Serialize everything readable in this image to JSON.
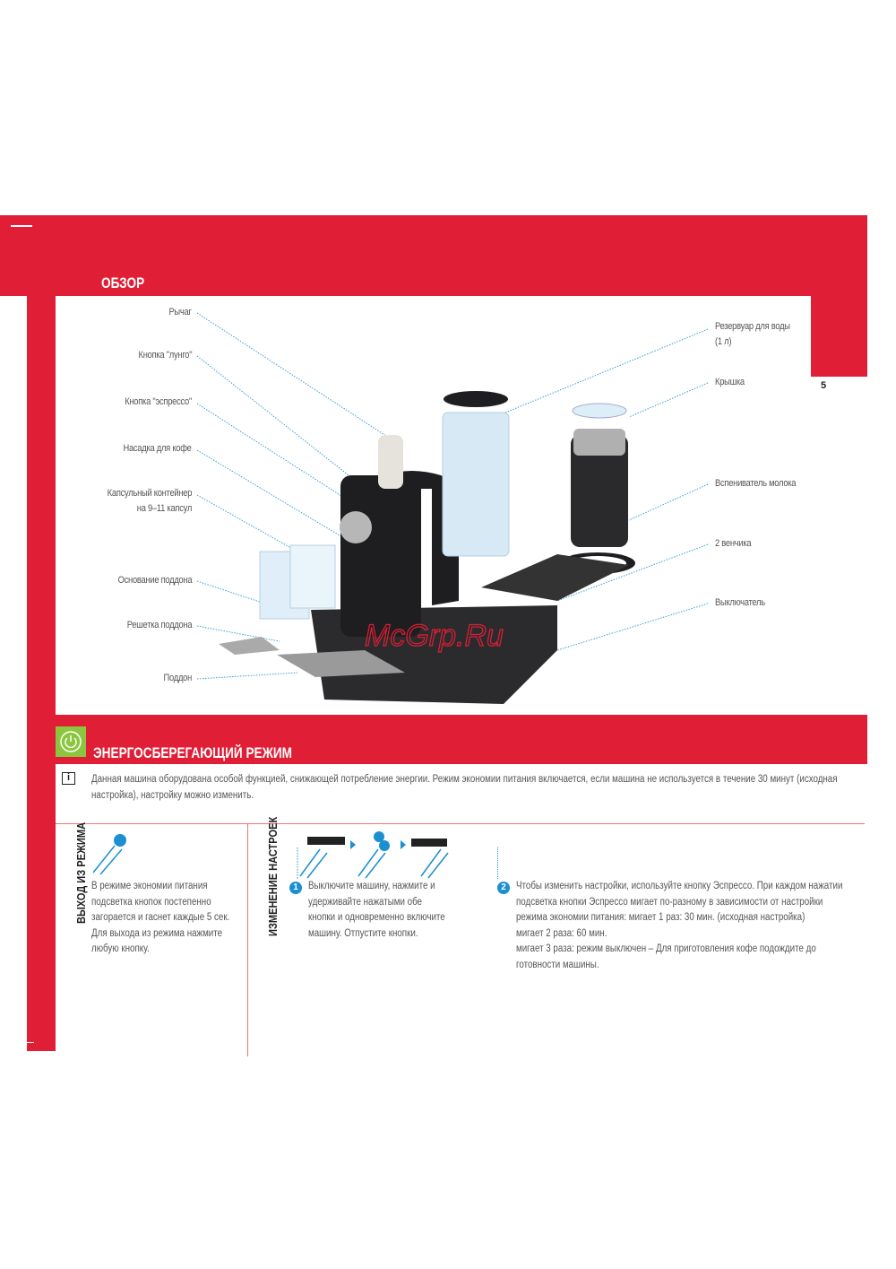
{
  "header": {
    "title": "ОБЗОР",
    "page_number": "5"
  },
  "diagram": {
    "left_labels": [
      "Рычаг",
      "Кнопка \"лунго\"",
      "Кнопка \"эспрессо\"",
      "Насадка для кофе",
      "Капсульный контейнер",
      "на 9–11 капсул",
      "Основание поддона",
      "Решетка поддона",
      "Поддон"
    ],
    "right_labels": [
      "Резервуар для воды",
      "(1 л)",
      "Крышка",
      "Вспениватель молока",
      "2 венчика",
      "Выключатель"
    ],
    "watermark": "McGrp.Ru"
  },
  "energy": {
    "title": "ЭНЕРГОСБЕРЕГАЮЩИЙ РЕЖИМ",
    "info": "Данная машина оборудована особой функцией, снижающей потребление энергии. Режим экономии питания включается, если машина не используется в течение 30 минут (исходная настройка), настройку можно изменить.",
    "exit_title": "ВЫХОД ИЗ РЕЖИМА",
    "exit_text": "В режиме экономии питания подсветка кнопок постепенно загорается и гаснет каждые 5 сек. Для выхода из режима нажмите любую кнопку.",
    "settings_title": "ИЗМЕНЕНИЕ НАСТРОЕК",
    "step1_num": "1",
    "step1": "Выключите машину, нажмите и удерживайте нажатыми обе кнопки и одновременно включите машину. Отпустите кнопки.",
    "step2_num": "2",
    "step2_lines": [
      "Чтобы изменить настройки, используйте кнопку Эспрессо. При каждом нажатии подсветка кнопки Эспрессо мигает по-разному в зависимости от настройки режима экономии питания: мигает 1 раз: 30 мин. (исходная настройка)",
      "мигает 2 раза: 60 мин.",
      "мигает 3 раза: режим выключен – Для приготовления кофе подождите до готовности машины."
    ]
  },
  "colors": {
    "red": "#e01e35",
    "green": "#8cc63f",
    "blue": "#1b8fd0"
  }
}
